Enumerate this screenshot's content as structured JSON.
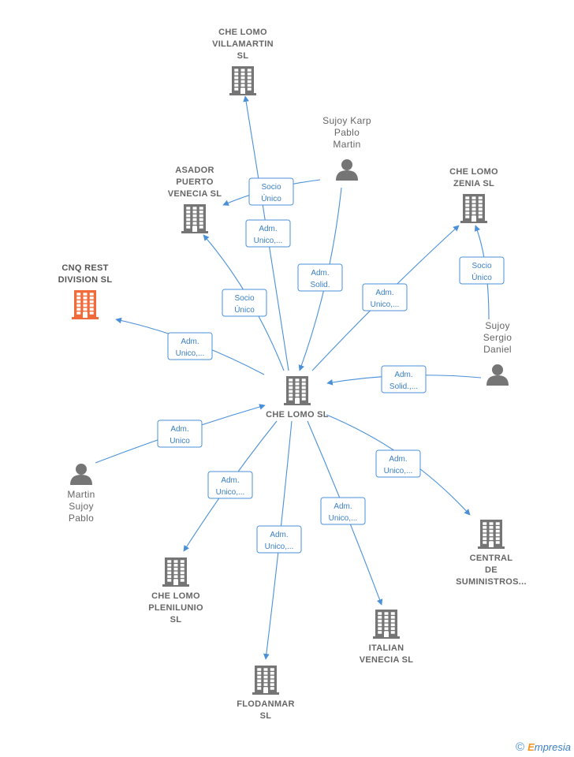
{
  "nodes": [
    {
      "id": "center",
      "kind": "company",
      "lines": [
        "CHE LOMO SL"
      ],
      "color": "#757575"
    },
    {
      "id": "villamartin",
      "kind": "company",
      "lines": [
        "CHE LOMO",
        "VILLAMARTIN",
        "SL"
      ],
      "color": "#757575"
    },
    {
      "id": "asador",
      "kind": "company",
      "lines": [
        "ASADOR",
        "PUERTO",
        "VENECIA  SL"
      ],
      "color": "#757575"
    },
    {
      "id": "cnq",
      "kind": "company",
      "lines": [
        "CNQ REST",
        "DIVISION  SL"
      ],
      "color": "#f06a3a",
      "highlight": true
    },
    {
      "id": "sujoykarp",
      "kind": "person",
      "lines": [
        "Sujoy Karp",
        "Pablo",
        "Martin"
      ],
      "color": "#757575"
    },
    {
      "id": "zenia",
      "kind": "company",
      "lines": [
        "CHE LOMO",
        "ZENIA  SL"
      ],
      "color": "#757575"
    },
    {
      "id": "sujoysergio",
      "kind": "person",
      "lines": [
        "Sujoy",
        "Sergio",
        "Daniel"
      ],
      "color": "#757575"
    },
    {
      "id": "martin",
      "kind": "person",
      "lines": [
        "Martin",
        "Sujoy",
        "Pablo"
      ],
      "color": "#757575"
    },
    {
      "id": "central",
      "kind": "company",
      "lines": [
        "CENTRAL",
        "DE",
        "SUMINISTROS..."
      ],
      "color": "#757575"
    },
    {
      "id": "plenilunio",
      "kind": "company",
      "lines": [
        "CHE LOMO",
        "PLENILUNIO",
        "SL"
      ],
      "color": "#757575"
    },
    {
      "id": "italian",
      "kind": "company",
      "lines": [
        "ITALIAN",
        "VENECIA  SL"
      ],
      "color": "#757575"
    },
    {
      "id": "flodanmar",
      "kind": "company",
      "lines": [
        "FLODANMAR",
        "SL"
      ],
      "color": "#757575"
    }
  ],
  "edges": [
    {
      "from": "sujoykarp",
      "to": "asador",
      "label": [
        "Socio",
        "Único"
      ]
    },
    {
      "from": "center",
      "to": "villamartin",
      "label": [
        "Adm.",
        "Unico,..."
      ]
    },
    {
      "from": "sujoykarp",
      "to": "center",
      "label": [
        "Adm.",
        "Solid."
      ]
    },
    {
      "from": "center",
      "to": "zenia",
      "label": [
        "Adm.",
        "Unico,..."
      ]
    },
    {
      "from": "sujoysergio",
      "to": "zenia",
      "label": [
        "Socio",
        "Único"
      ]
    },
    {
      "from": "center",
      "to": "asador",
      "label": [
        "Socio",
        "Único"
      ]
    },
    {
      "from": "center",
      "to": "cnq",
      "label": [
        "Adm.",
        "Unico,..."
      ]
    },
    {
      "from": "sujoysergio",
      "to": "center",
      "label": [
        "Adm.",
        "Solid.,..."
      ]
    },
    {
      "from": "martin",
      "to": "center",
      "label": [
        "Adm.",
        "Unico"
      ]
    },
    {
      "from": "center",
      "to": "central",
      "label": [
        "Adm.",
        "Unico,..."
      ]
    },
    {
      "from": "center",
      "to": "plenilunio",
      "label": [
        "Adm.",
        "Unico,..."
      ]
    },
    {
      "from": "center",
      "to": "italian",
      "label": [
        "Adm.",
        "Unico,..."
      ]
    },
    {
      "from": "center",
      "to": "flodanmar",
      "label": [
        "Adm.",
        "Unico,..."
      ]
    }
  ],
  "footer": {
    "copyright": "©",
    "brand_initial": "E",
    "brand_rest": "mpresia"
  }
}
